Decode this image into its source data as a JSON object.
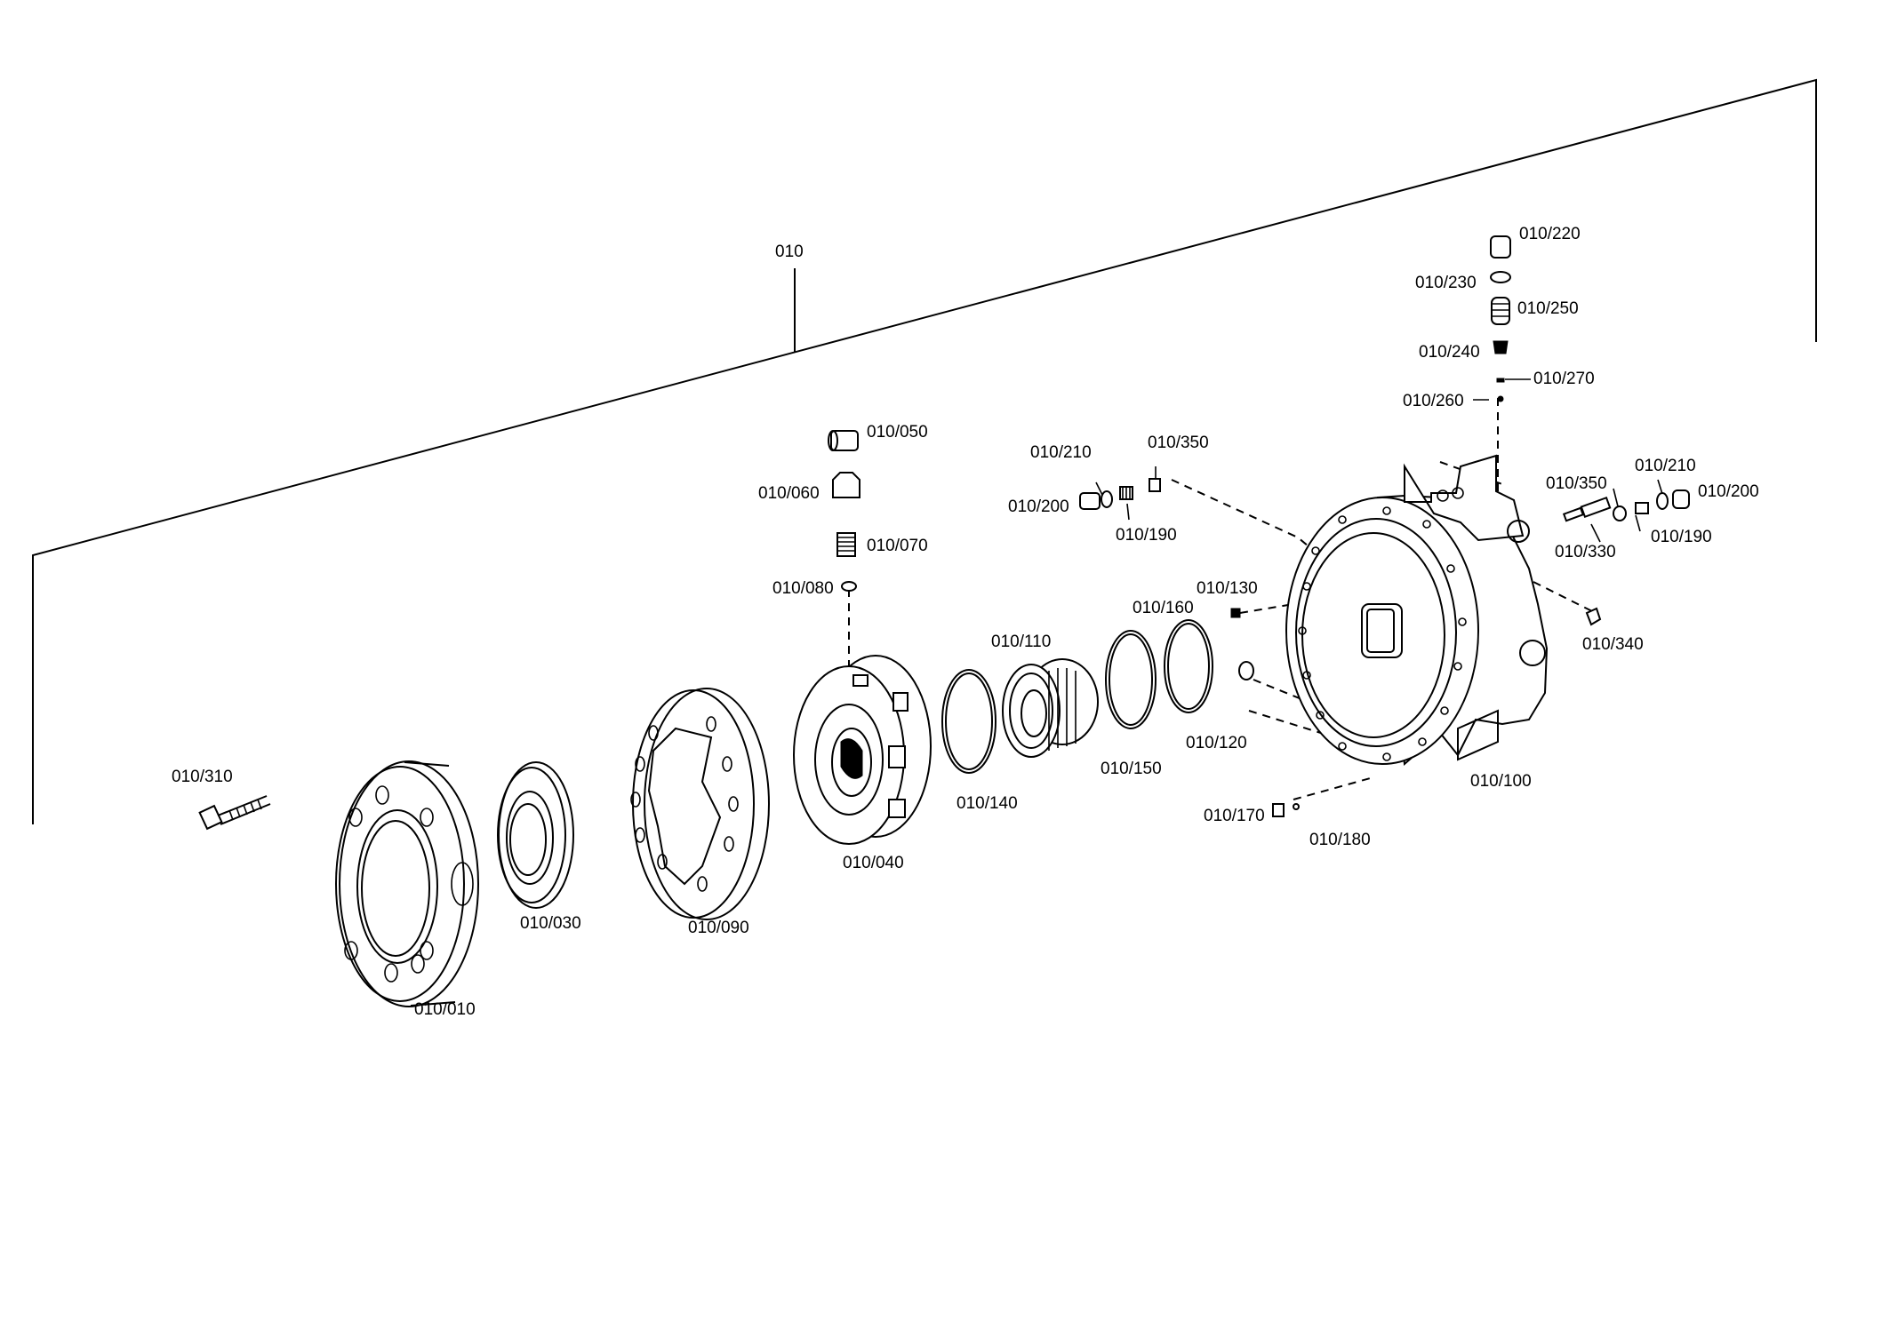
{
  "assembly_label": "010",
  "part_labels": {
    "p010": "010/010",
    "p030": "010/030",
    "p040": "010/040",
    "p050": "010/050",
    "p060": "010/060",
    "p070": "010/070",
    "p080": "010/080",
    "p090": "010/090",
    "p100": "010/100",
    "p110": "010/110",
    "p120": "010/120",
    "p130": "010/130",
    "p140": "010/140",
    "p150": "010/150",
    "p160": "010/160",
    "p170": "010/170",
    "p180": "010/180",
    "p190a": "010/190",
    "p190b": "010/190",
    "p200a": "010/200",
    "p200b": "010/200",
    "p210a": "010/210",
    "p210b": "010/210",
    "p220": "010/220",
    "p230": "010/230",
    "p240": "010/240",
    "p250": "010/250",
    "p260": "010/260",
    "p270": "010/270",
    "p310": "010/310",
    "p330": "010/330",
    "p340": "010/340",
    "p350a": "010/350",
    "p350b": "010/350"
  }
}
